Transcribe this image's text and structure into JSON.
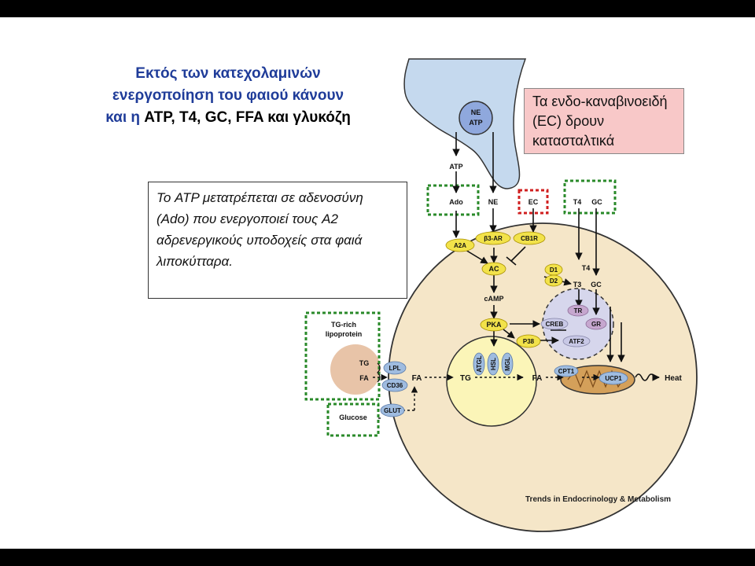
{
  "title": {
    "line1": "Εκτός των κατεχολαμινών",
    "line2": "ενεργοποίηση του φαιού κάνουν",
    "line3_prefix": "και η",
    "line3_rest": " ATP, T4, GC, FFA και γλυκόζη"
  },
  "note_ec": "Τα ενδο-καναβινοειδή (EC) δρουν κατασταλτικά",
  "note_atp": "Το ATP μετατρέπεται σε αδενοσύνη (Ado) που ενεργοποιεί τους A2 αδρενεργικούς υποδοχείς στα φαιά λιποκύτταρα.",
  "credit": "Trends in Endocrinology & Metabolism",
  "diagram": {
    "nerve": {
      "ne": "NE",
      "atp": "ATP"
    },
    "atp": "ATP",
    "ado": "Ado",
    "ne": "NE",
    "ec": "EC",
    "t4": "T4",
    "gc": "GC",
    "a2a": "A2A",
    "b3ar": "β3-AR",
    "cb1r": "CB1R",
    "ac": "AC",
    "camp": "cAMP",
    "pka": "PKA",
    "p38": "P38",
    "creb": "CREB",
    "tr": "TR",
    "gr": "GR",
    "atf2": "ATF2",
    "d1": "D1",
    "d2": "D2",
    "t4_inner": "T4",
    "t3": "T3",
    "gc_inner": "GC",
    "atgl": "ATGL",
    "hsl": "HSL",
    "mgl": "MGL",
    "tg_droplet": "TG",
    "fa_droplet": "FA",
    "cpt1": "CPT1",
    "ucp1": "UCP1",
    "heat": "Heat",
    "lipoprotein_l1": "TG-rich",
    "lipoprotein_l2": "lipoprotein",
    "lp_tg": "TG",
    "lp_fa": "FA",
    "lpl": "LPL",
    "cd36": "CD36",
    "fa_mem": "FA",
    "glucose": "Glucose",
    "glut": "GLUT"
  },
  "colors": {
    "cell": "#f5e6c8",
    "droplet": "#fbf5b8",
    "nerve": "#c5d9ee",
    "receptor_yellow": "#f2e24a",
    "blue_protein": "#9fbce0",
    "nucleus": "#d6d6ec",
    "green_dotted": "#2a8a2a",
    "red_dotted": "#d02020",
    "mito": "#d4a05a"
  }
}
